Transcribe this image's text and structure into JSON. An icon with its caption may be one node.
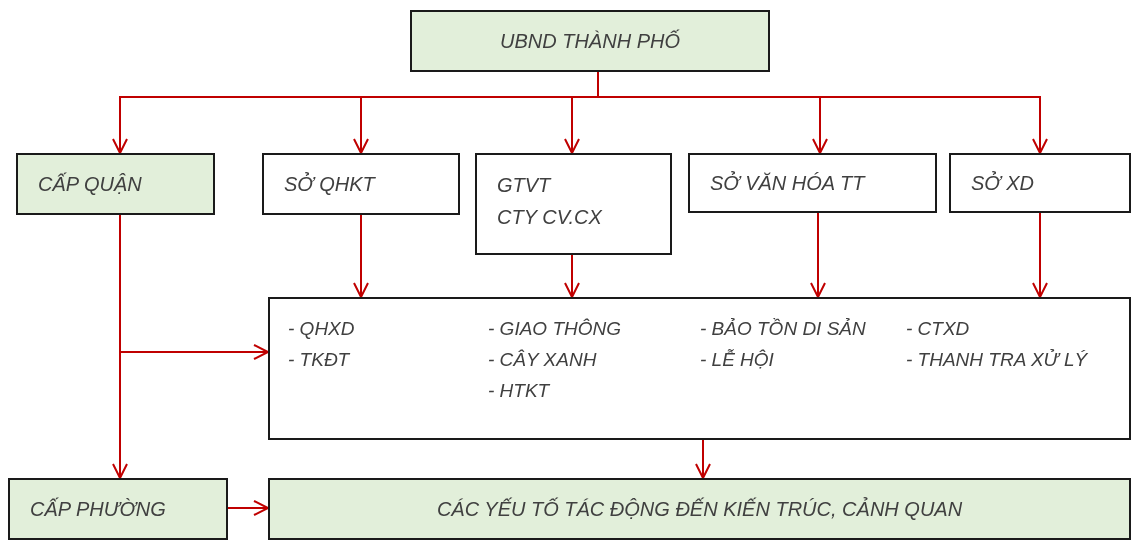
{
  "diagram": {
    "nodes": [
      {
        "text": [
          "UBND THÀNH PHỐ"
        ]
      },
      {
        "text": [
          "CẤP QUẬN"
        ]
      },
      {
        "text": [
          "SỞ QHKT"
        ]
      },
      {
        "text": [
          "GTVT",
          "CTY CV.CX"
        ]
      },
      {
        "text": [
          "SỞ VĂN HÓA TT"
        ]
      },
      {
        "text": [
          "SỞ XD"
        ]
      },
      {
        "text": [
          "- QHXD",
          "- TKĐT",
          "- GIAO THÔNG",
          "- CÂY XANH",
          "- HTKT",
          "- BẢO TỒN DI SẢN",
          "- LỄ HỘI",
          "- CTXD",
          "- THANH TRA XỬ LÝ"
        ]
      },
      {
        "text": [
          "CẤP PHƯỜNG"
        ]
      },
      {
        "text": [
          "CÁC YẾU TỐ TÁC ĐỘNG ĐẾN KIẾN TRÚC, CẢNH QUAN"
        ]
      }
    ],
    "edges": [
      {
        "from": 0,
        "to": 1,
        "arrow": "to"
      },
      {
        "from": 0,
        "to": 2,
        "arrow": "to"
      },
      {
        "from": 0,
        "to": 3,
        "arrow": "to"
      },
      {
        "from": 0,
        "to": 4,
        "arrow": "to"
      },
      {
        "from": 0,
        "to": 5,
        "arrow": "to"
      },
      {
        "from": 1,
        "to": 6,
        "arrow": "to"
      },
      {
        "from": 1,
        "to": 7,
        "arrow": "to"
      },
      {
        "from": 2,
        "to": 6,
        "arrow": "to"
      },
      {
        "from": 3,
        "to": 6,
        "arrow": "to"
      },
      {
        "from": 4,
        "to": 6,
        "arrow": "to"
      },
      {
        "from": 5,
        "to": 6,
        "arrow": "to"
      },
      {
        "from": 6,
        "to": 8,
        "arrow": "to"
      },
      {
        "from": 7,
        "to": 8,
        "arrow": "to"
      }
    ]
  }
}
